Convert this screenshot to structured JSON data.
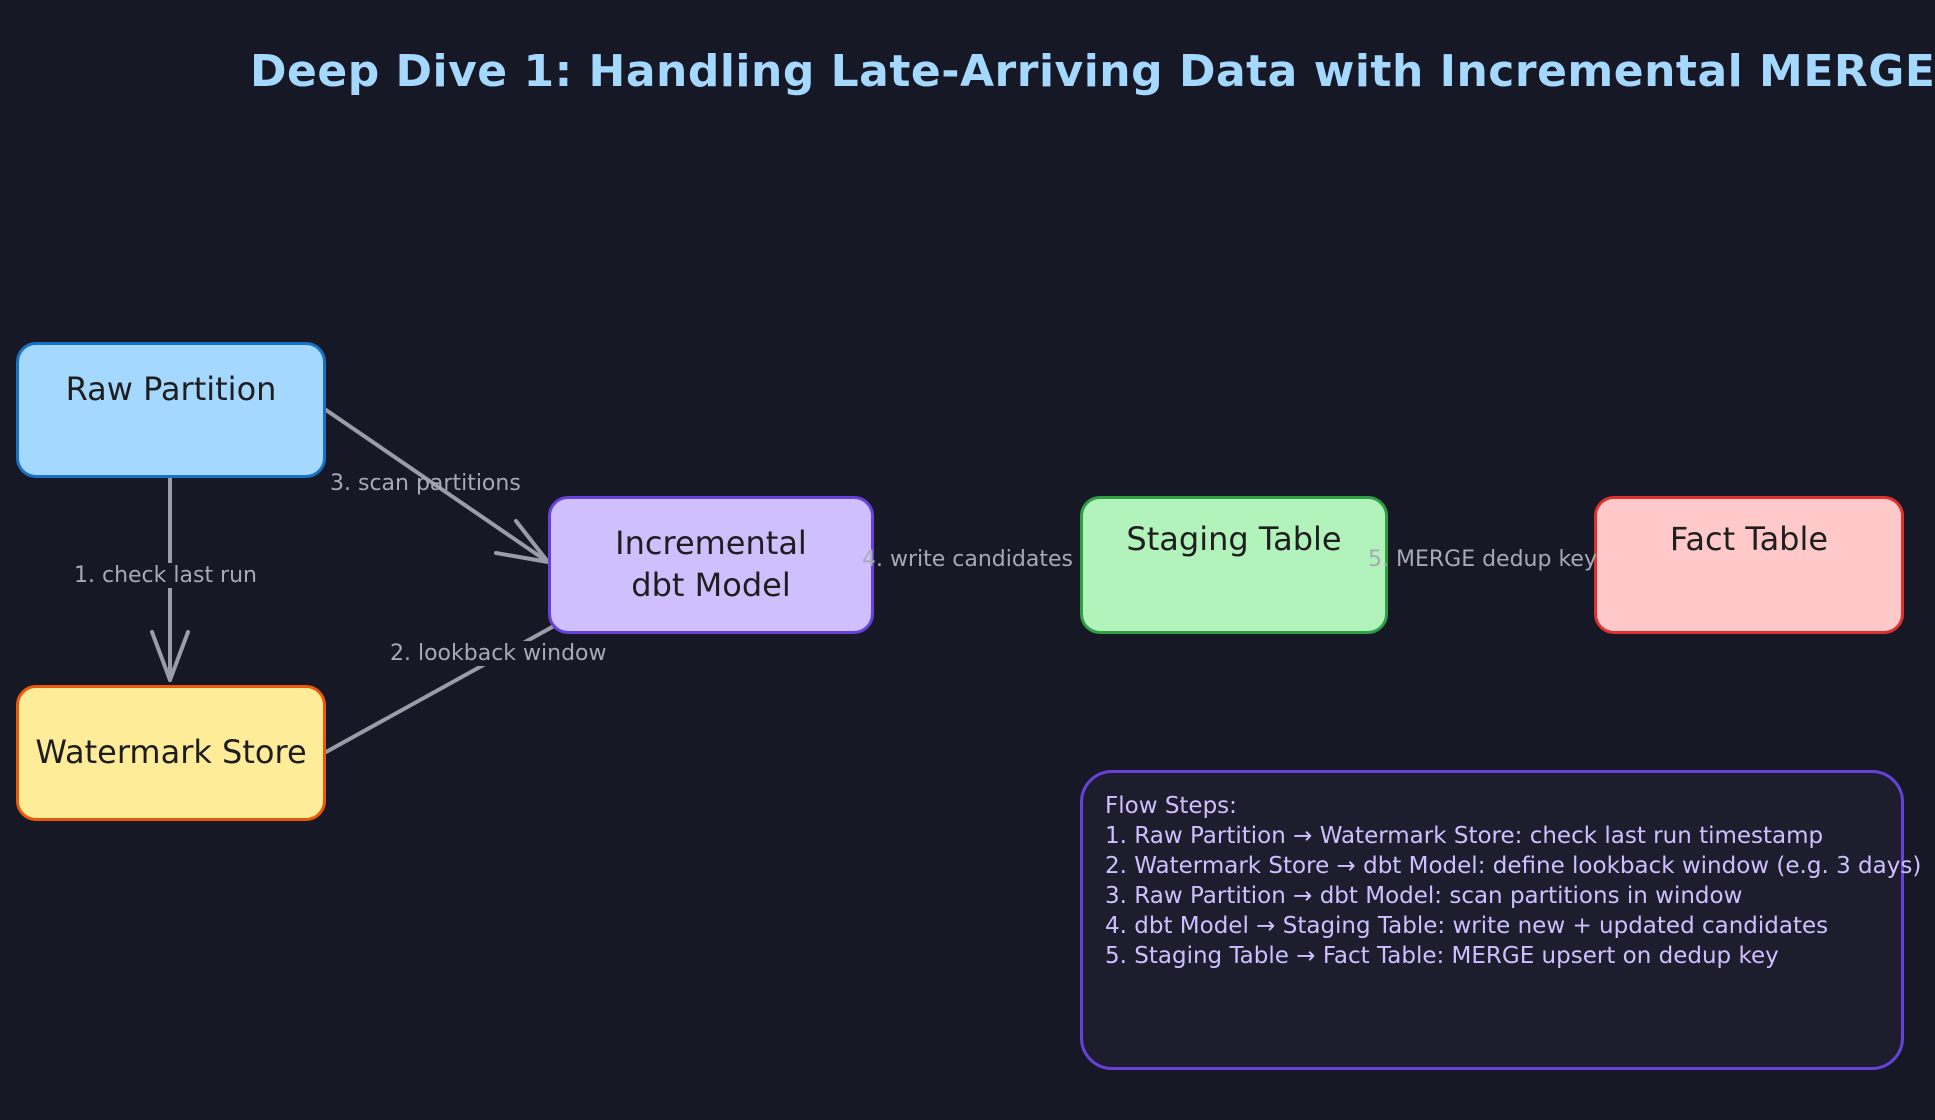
{
  "title": "Deep Dive 1: Handling Late-Arriving Data with Incremental MERGE",
  "nodes": {
    "raw_partition": "Raw Partition",
    "watermark_store": "Watermark Store",
    "dbt_model_line1": "Incremental",
    "dbt_model_line2": "dbt Model",
    "staging_table": "Staging Table",
    "fact_table": "Fact Table"
  },
  "edges": {
    "check_last_run": "1. check last run",
    "lookback_window": "2. lookback window",
    "scan_partitions": "3. scan partitions",
    "write_candidates": "4. write candidates",
    "merge_dedup": "5. MERGE dedup key"
  },
  "flow_steps": {
    "heading": "Flow Steps:",
    "items": [
      "1. Raw Partition → Watermark Store: check last run timestamp",
      "2. Watermark Store → dbt Model: define lookback window (e.g. 3 days)",
      "3. Raw Partition → dbt Model: scan partitions in window",
      "4. dbt Model → Staging Table: write new + updated candidates",
      "5. Staging Table → Fact Table: MERGE upsert on dedup key"
    ]
  },
  "colors": {
    "background": "#171825",
    "title": "#a5d8ff",
    "edge": "#9a9ca6",
    "raw_partition": "#a5d8ff",
    "watermark_store": "#ffec99",
    "dbt_model": "#d0bfff",
    "staging_table": "#b2f2bb",
    "fact_table": "#ffc9c9",
    "steps_border": "#6741d9"
  }
}
